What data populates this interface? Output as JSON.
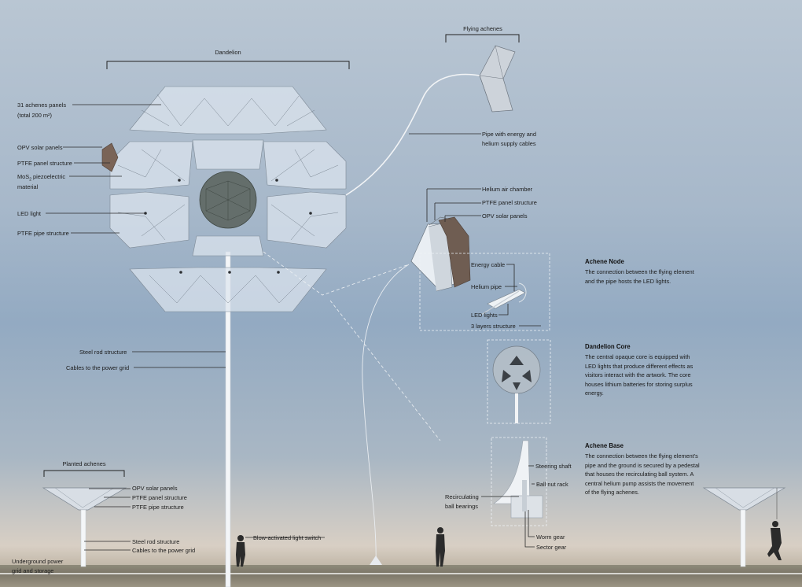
{
  "brackets": {
    "dandelion": "Dandelion",
    "flying_achenes": "Flying achenes",
    "planted_achenes": "Planted achenes"
  },
  "dandelion_labels": {
    "achenes_panels": "31 achenes panels",
    "achenes_panels_area": "(total 200 m²)",
    "opv_solar_panels": "OPV solar panels",
    "ptfe_panel_structure": "PTFE panel structure",
    "mos2_line1_pre": "MoS",
    "mos2_sub": "2",
    "mos2_line1_post": " piezoelectric",
    "mos2_line2": "material",
    "led_light": "LED light",
    "ptfe_pipe_structure": "PTFE pipe structure",
    "steel_rod": "Steel rod structure",
    "cables_power_grid": "Cables to the power grid"
  },
  "flying_labels": {
    "pipe_line1": "Pipe with energy and",
    "pipe_line2": "helium supply cables",
    "helium_air_chamber": "Helium air chamber",
    "ptfe_panel_structure": "PTFE panel structure",
    "opv_solar_panels": "OPV solar panels",
    "energy_cable": "Energy cable",
    "helium_pipe": "Helium pipe",
    "led_lights": "LED lights",
    "three_layers": "3 layers structure"
  },
  "base_labels": {
    "steering_shaft": "Steering shaft",
    "ball_nut_rack": "Ball nut rack",
    "recirculating_line1": "Recirculating",
    "recirculating_line2": "ball bearings",
    "worm_gear": "Worm gear",
    "sector_gear": "Sector gear"
  },
  "planted_labels": {
    "opv_solar_panels": "OPV solar panels",
    "ptfe_panel_structure": "PTFE panel structure",
    "ptfe_pipe_structure": "PTFE pipe structure",
    "steel_rod": "Steel rod structure",
    "cables_power_grid": "Cables to the power grid",
    "underground_line1": "Underground power",
    "underground_line2": "grid and storage",
    "blow_switch": "Blow-activated light switch"
  },
  "sections": [
    {
      "title": "Achene Node",
      "lines": [
        "The connection between the flying element",
        "and the pipe hosts the LED lights."
      ]
    },
    {
      "title": "Dandelion Core",
      "lines": [
        "The central opaque core is equipped with",
        "LED lights that produce different effects as",
        "visitors interact with the artwork. The core",
        "houses lithium batteries for storing surplus",
        "energy."
      ]
    },
    {
      "title": "Achene Base",
      "lines": [
        "The connection between the flying element's",
        "pipe and the ground is secured by a pedestal",
        "that houses the recirculating ball system. A",
        "central helium pump assists the movement",
        "of the flying achenes."
      ]
    }
  ],
  "colors": {
    "sky_top": "#b9c6d3",
    "panel_fill": "#dfe6ee",
    "panel_stroke": "#8a96a3",
    "core": "#5d6661",
    "opv": "#6e5f55",
    "line": "#2a2a2a"
  }
}
